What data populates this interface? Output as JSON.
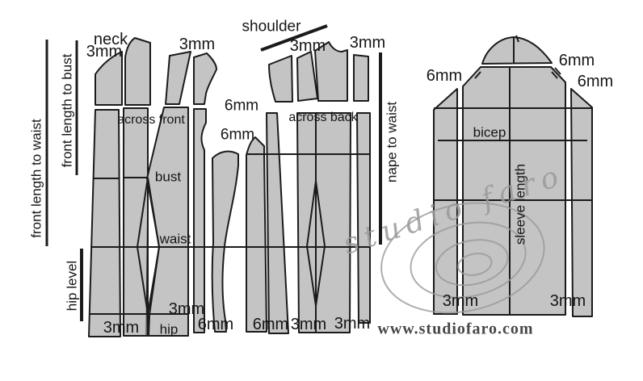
{
  "guides": {
    "front_length_to_waist": "front length to waist",
    "front_length_to_bust": "front length to bust",
    "hip_level": "hip level",
    "nape_to_waist": "nape to waist",
    "shoulder": "shoulder"
  },
  "front_bodice": {
    "neck": "neck",
    "neck_allowance": "3mm",
    "shoulder_allowance": "3mm",
    "across_front": "across front",
    "bust": "bust",
    "waist": "waist",
    "hip": "hip",
    "armhole_allowance_upper": "6mm",
    "armhole_allowance_lower": "6mm",
    "hem_allowance": "3mm",
    "hip_allowance": "3mm",
    "side_allowance": "6mm"
  },
  "back_bodice": {
    "shoulder_allowance": "3mm",
    "neck_allowance": "3mm",
    "across_back": "across back",
    "side_allowance": "6mm",
    "hem_allowance": "3mm",
    "center_back_allowance": "3mm"
  },
  "sleeve": {
    "cap_allowance": "6mm",
    "front_underarm_allowance": "6mm",
    "back_underarm_allowance": "6mm",
    "bicep": "bicep",
    "sleeve_length": "sleeve length",
    "front_hem_allowance": "3mm",
    "back_hem_allowance": "3mm"
  },
  "watermark": {
    "logo_text": "studio faro",
    "url": "www.studiofaro.com"
  },
  "colors": {
    "background": "#ffffff",
    "piece_fill": "#c4c4c4",
    "outline": "#1b1b1b",
    "watermark": "#9a9a9a",
    "url_text": "#474747"
  }
}
